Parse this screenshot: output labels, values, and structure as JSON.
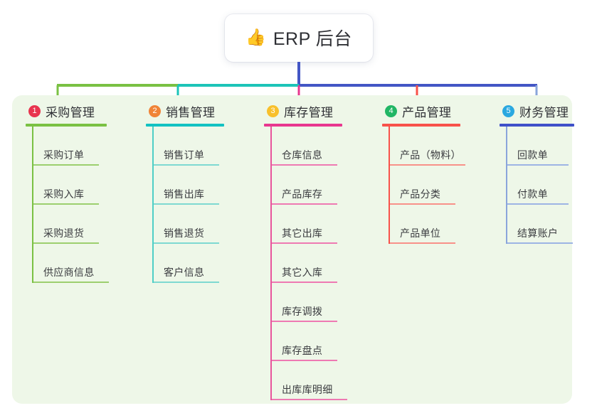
{
  "root": {
    "emoji": "👍",
    "icon_name": "thumbs-up-icon",
    "title": "ERP 后台"
  },
  "colors": {
    "panel_bg": "#eef7e8",
    "trunk": "#4356c5",
    "columns": [
      {
        "line": "#7ac143",
        "rule": "#7ac143",
        "badge": "#e8344e"
      },
      {
        "line": "#1cc4b8",
        "rule": "#13c2c2",
        "badge": "#f08437"
      },
      {
        "line": "#e8378f",
        "rule": "#e8378f",
        "badge": "#f8c02c"
      },
      {
        "line": "#f8524a",
        "rule": "#f8524a",
        "badge": "#21b665"
      },
      {
        "line": "#8aa5db",
        "rule": "#3f51c9",
        "badge": "#2aa8e0"
      }
    ]
  },
  "columns": [
    {
      "index": "1",
      "title": "采购管理",
      "children": [
        "采购订单",
        "采购入库",
        "采购退货",
        "供应商信息"
      ]
    },
    {
      "index": "2",
      "title": "销售管理",
      "children": [
        "销售订单",
        "销售出库",
        "销售退货",
        "客户信息"
      ]
    },
    {
      "index": "3",
      "title": "库存管理",
      "children": [
        "仓库信息",
        "产品库存",
        "其它出库",
        "其它入库",
        "库存调拨",
        "库存盘点",
        "出库库明细"
      ]
    },
    {
      "index": "4",
      "title": "产品管理",
      "children": [
        "产品（物料）",
        "产品分类",
        "产品单位"
      ]
    },
    {
      "index": "5",
      "title": "财务管理",
      "children": [
        "回款单",
        "付款单",
        "结算账户"
      ]
    }
  ]
}
